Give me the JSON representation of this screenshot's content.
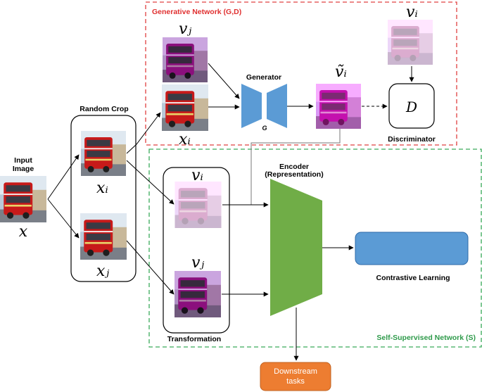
{
  "input": {
    "label_line1": "Input",
    "label_line2": "Image",
    "symbol": "x"
  },
  "random_crop": {
    "title": "Random Crop",
    "crop1": "xᵢ",
    "crop2": "xⱼ"
  },
  "generative": {
    "title": "Generative Network (G,D)",
    "input_top": "vⱼ",
    "input_bottom": "xᵢ",
    "generator_title": "Generator",
    "generator_symbol": "G",
    "output_label": "ṽᵢ",
    "real_label": "vᵢ",
    "discriminator_symbol": "D",
    "discriminator_title": "Discriminator"
  },
  "self_supervised": {
    "title": "Self-Supervised Network (S)",
    "view1": "vᵢ",
    "view2": "vⱼ",
    "transform_title": "Transformation",
    "encoder_line1": "Encoder",
    "encoder_line2": "(Representation)",
    "contrastive_title": "Contrastive Learning"
  },
  "downstream": {
    "line1": "Downstream",
    "line2": "tasks"
  },
  "colors": {
    "gen_border": "#e04040",
    "gen_title": "#e03030",
    "ssl_border": "#3aaa5a",
    "ssl_title": "#2e9a4a",
    "generator_blue": "#5b9bd5",
    "encoder_green": "#70ad47",
    "contrastive_blue": "#5b9bd5",
    "downstream_orange": "#ed7d31"
  }
}
